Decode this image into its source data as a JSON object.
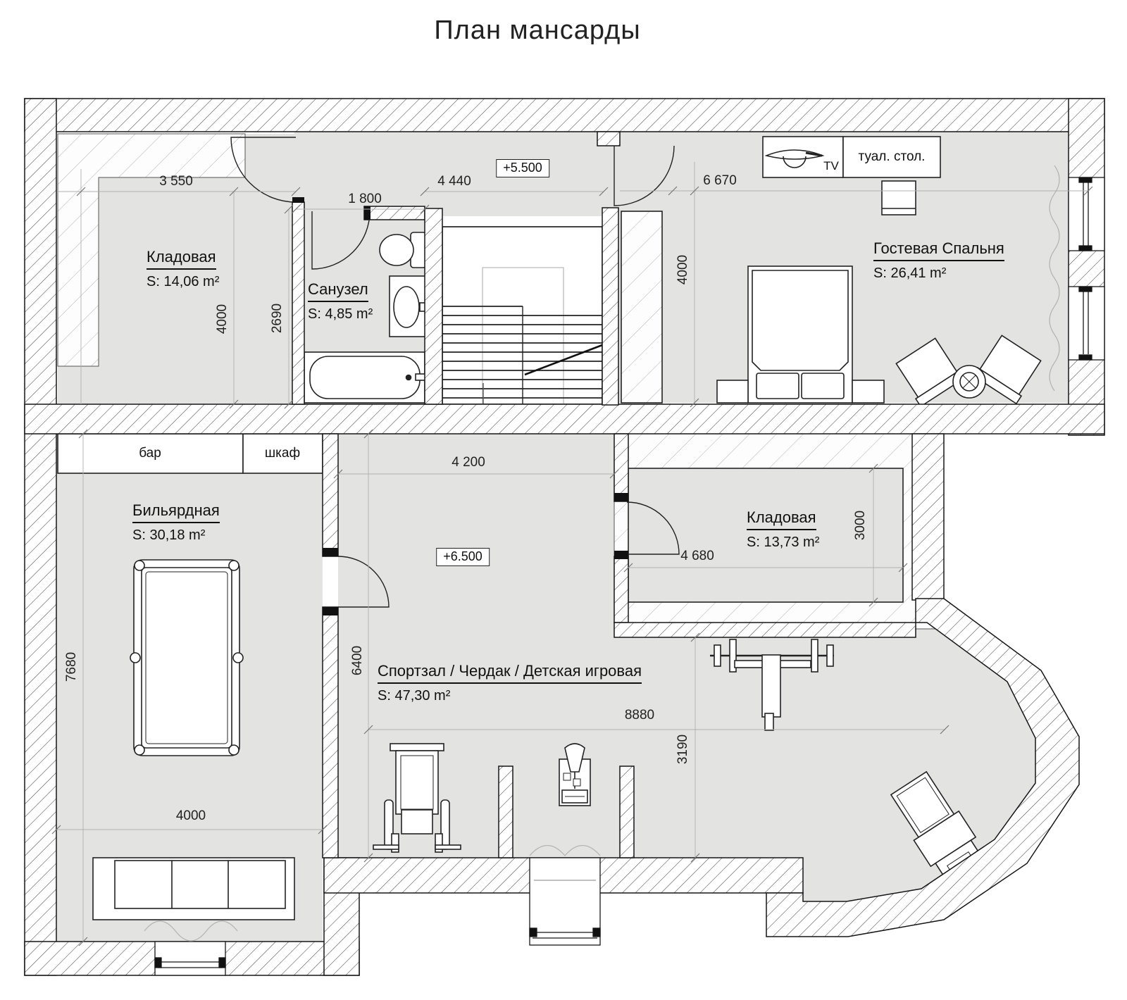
{
  "title": "План мансарды",
  "rooms": {
    "storage1": {
      "name": "Кладовая",
      "area": "S: 14,06 m²"
    },
    "bathroom": {
      "name": "Санузел",
      "area": "S: 4,85 m²"
    },
    "bedroom": {
      "name": "Гостевая Спальня",
      "area": "S: 26,41 m²"
    },
    "billiard": {
      "name": "Бильярдная",
      "area": "S: 30,18 m²"
    },
    "storage2": {
      "name": "Кладовая",
      "area": "S: 13,73 m²"
    },
    "gym": {
      "name": "Спортзал / Чердак / Детская игровая",
      "area": "S: 47,30 m²"
    }
  },
  "furniture_labels": {
    "bar": "бар",
    "wardrobe": "шкаф",
    "tv": "TV",
    "dressing_table": "туал. стол."
  },
  "elevations": {
    "corridor": "+5.500",
    "gym": "+6.500"
  },
  "dimensions": {
    "storage1_width": "3 550",
    "bath_width": "1 800",
    "corridor_width": "4 440",
    "bedroom_width": "6 670",
    "storage1_height": "4000",
    "storage1_inner": "2690",
    "bedroom_height": "4000",
    "gym_top_width": "4 200",
    "storage2_width": "4 680",
    "storage2_height": "3000",
    "gym_height": "6400",
    "gym_width": "8880",
    "gym_right_height": "3190",
    "billiard_height": "7680",
    "billiard_width": "4000"
  },
  "colors": {
    "floor": "#e3e3e2",
    "wall_line": "#161616",
    "dim_line": "#b0b0b0"
  }
}
